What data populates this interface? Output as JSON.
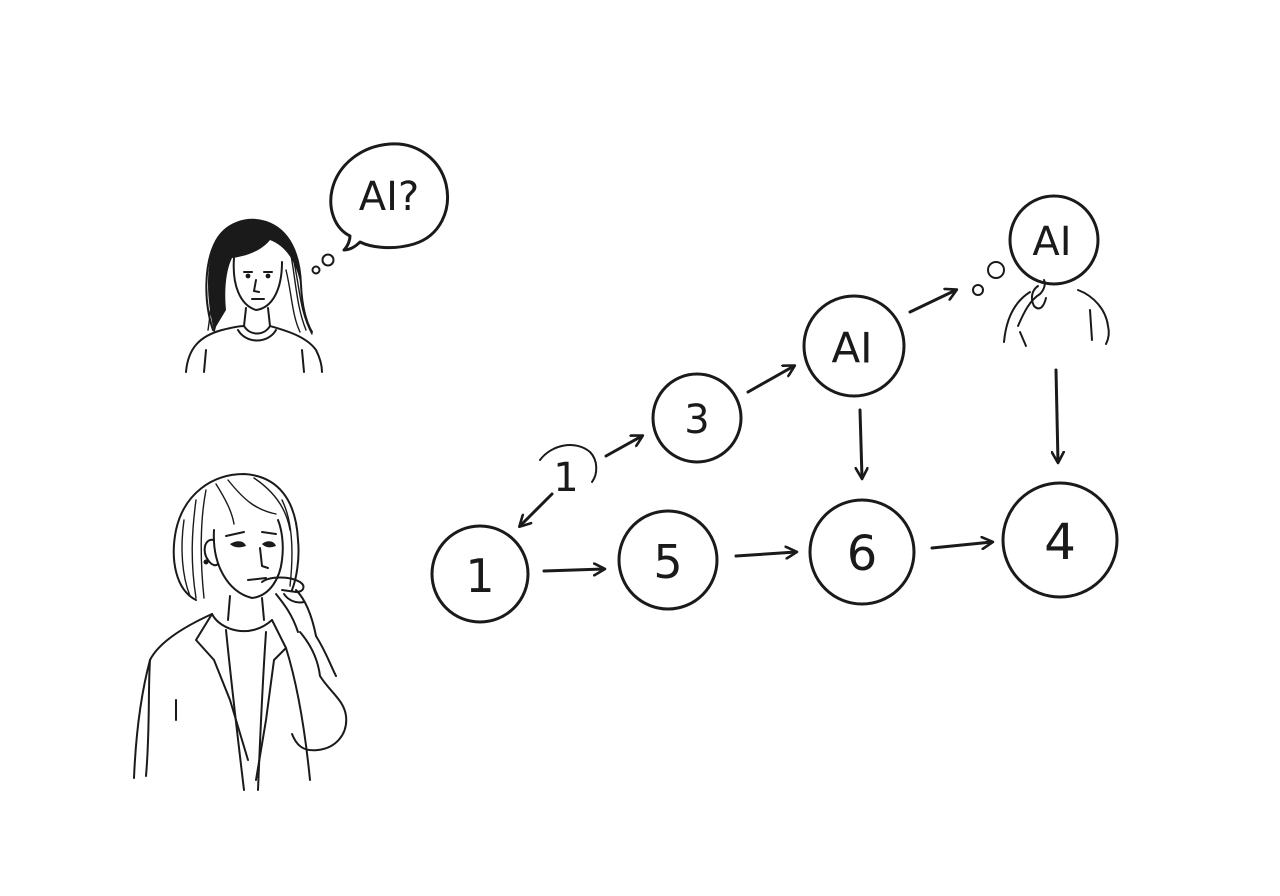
{
  "thought_bubble": {
    "text": "AI?"
  },
  "nodes": [
    {
      "id": "n1",
      "label": "1"
    },
    {
      "id": "n5",
      "label": "5"
    },
    {
      "id": "n6",
      "label": "6"
    },
    {
      "id": "n4",
      "label": "4"
    },
    {
      "id": "n3",
      "label": "3"
    },
    {
      "id": "nAI",
      "label": "AI"
    },
    {
      "id": "headAI",
      "label": "AI"
    }
  ],
  "edge_labels": [
    {
      "id": "small-1",
      "label": "1"
    }
  ],
  "edges": [
    {
      "from": "n1",
      "to": "n5"
    },
    {
      "from": "n5",
      "to": "n6"
    },
    {
      "from": "n6",
      "to": "n4"
    },
    {
      "from": "small-1",
      "to": "n3"
    },
    {
      "from": "n3",
      "to": "nAI"
    },
    {
      "from": "nAI",
      "to": "n6"
    },
    {
      "from": "nAI",
      "to": "headAI"
    },
    {
      "from": "headAI",
      "to": "n4"
    },
    {
      "from": "small-1",
      "to": "n1"
    }
  ]
}
